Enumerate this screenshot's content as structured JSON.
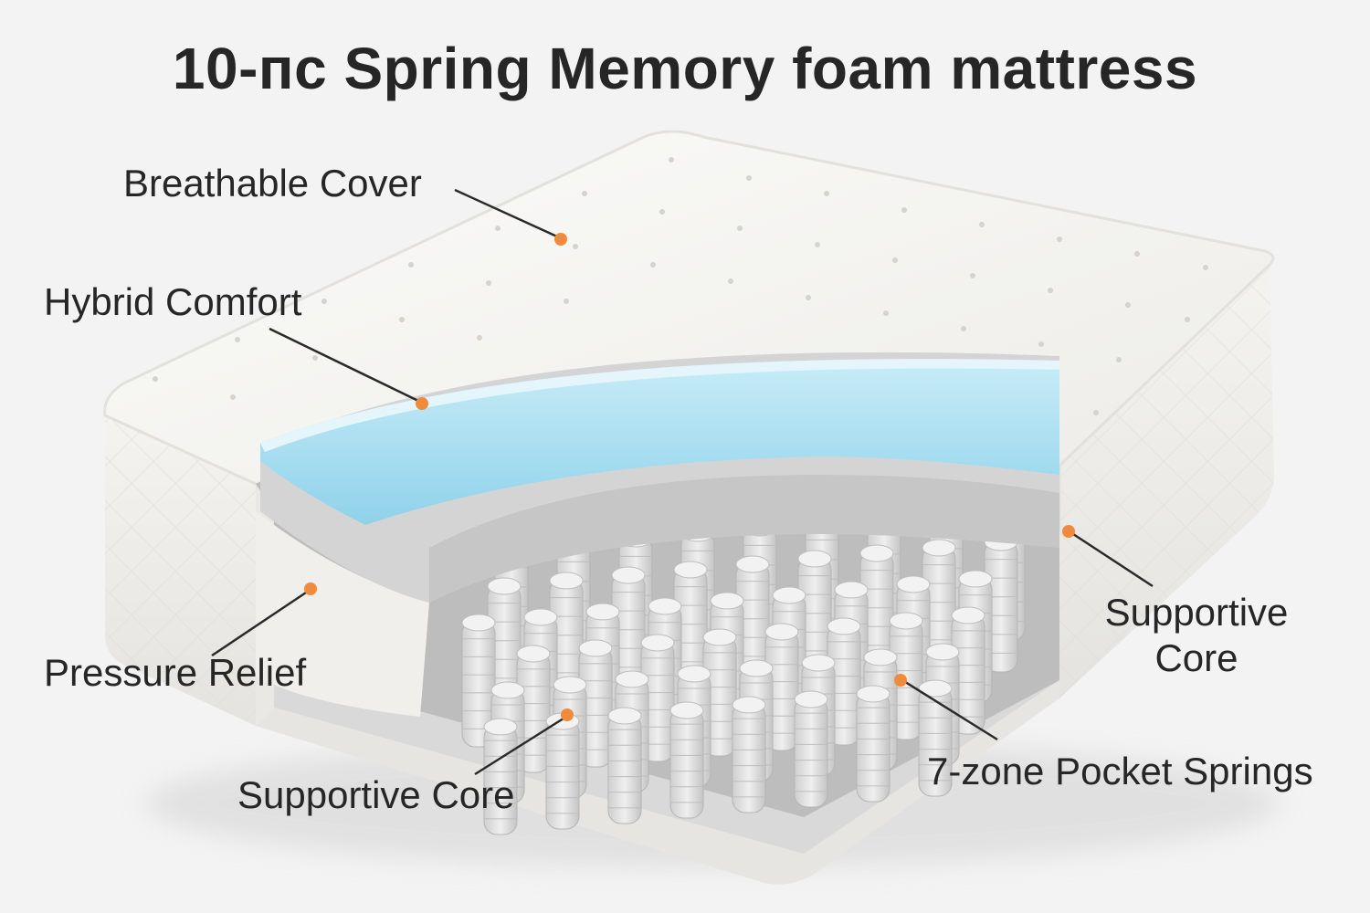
{
  "title": "10-пс Spring Memory foam mattress",
  "callouts": {
    "breathable_cover": "Breathable Cover",
    "hybrid_comfort": "Hybrid Comfort",
    "pressure_relief": "Pressure Relief",
    "supportive_core_bottom": "Supportive Core",
    "supportive_core_right_line1": "Supportive",
    "supportive_core_right_line2": "Core",
    "pocket_springs": "7-zone Pocket Springs"
  },
  "colors": {
    "background": "#f3f3f3",
    "cover": "#f7f6f3",
    "comfort_foam": "#a9dff0",
    "transition_foam": "#cfcfcf",
    "springs": "#d6d6d6",
    "marker": "#f08a3c",
    "text": "#262626"
  }
}
